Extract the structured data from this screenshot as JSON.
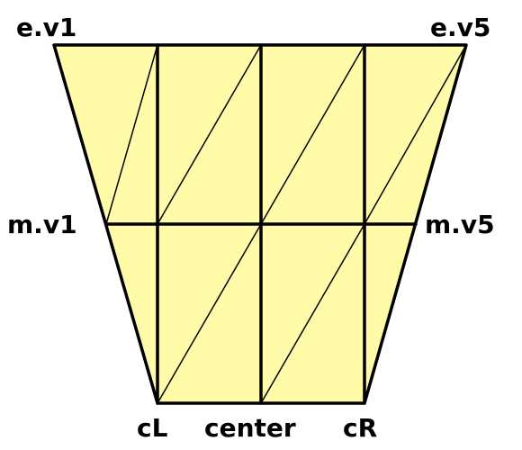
{
  "diagram": {
    "fill_color": "#FFFBA8",
    "stroke_color": "#000000",
    "labels": {
      "e_v1": "e.v1",
      "e_v5": "e.v5",
      "m_v1": "m.v1",
      "m_v5": "m.v5",
      "cL": "cL",
      "center": "center",
      "cR": "cR"
    }
  }
}
